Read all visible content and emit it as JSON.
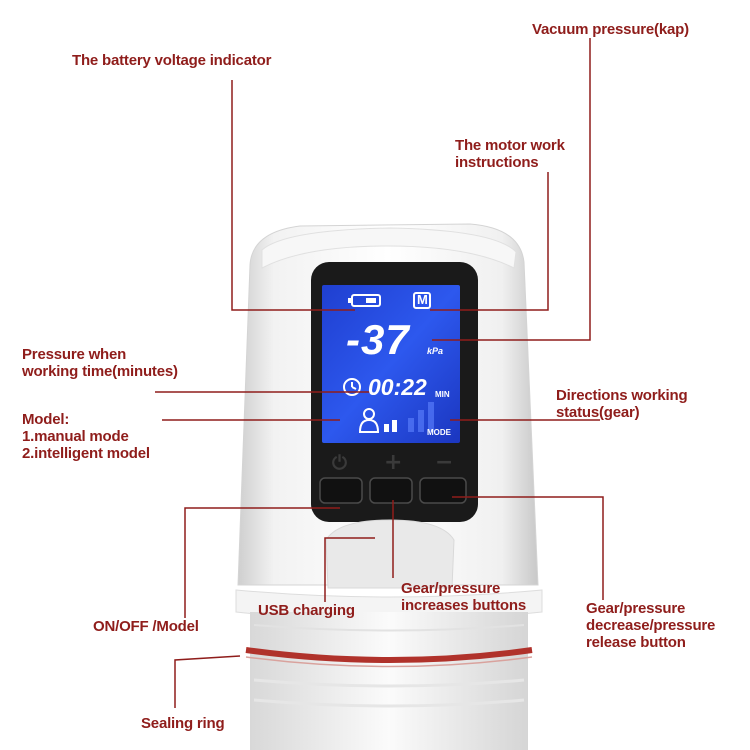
{
  "labels": {
    "battery": "The battery voltage indicator",
    "vacuum": "Vacuum pressure(kap)",
    "motor": [
      "The motor work",
      "instructions"
    ],
    "pressure_time": [
      "Pressure when",
      "working time(minutes)"
    ],
    "model": [
      "Model:",
      "1.manual mode",
      "2.intelligent model"
    ],
    "directions": [
      "Directions working",
      "status(gear)"
    ],
    "onoff": "ON/OFF /Model",
    "usb": "USB charging",
    "gear_up": [
      "Gear/pressure",
      "increases buttons"
    ],
    "gear_down": [
      "Gear/pressure",
      "decrease/pressure",
      "release button"
    ],
    "sealing": "Sealing ring"
  },
  "display": {
    "pressure_value": "-37",
    "pressure_unit": "kPa",
    "time_value": "00:22",
    "time_unit": "MIN",
    "mode_label": "MODE",
    "motor_badge": "M"
  },
  "buttons": {
    "power_symbol": "⏻",
    "plus_symbol": "+",
    "minus_symbol": "−"
  },
  "colors": {
    "label_red": "#8f1d1b",
    "lcd_blue": "#2a4fe0",
    "sealing_ring": "#b0322b"
  }
}
